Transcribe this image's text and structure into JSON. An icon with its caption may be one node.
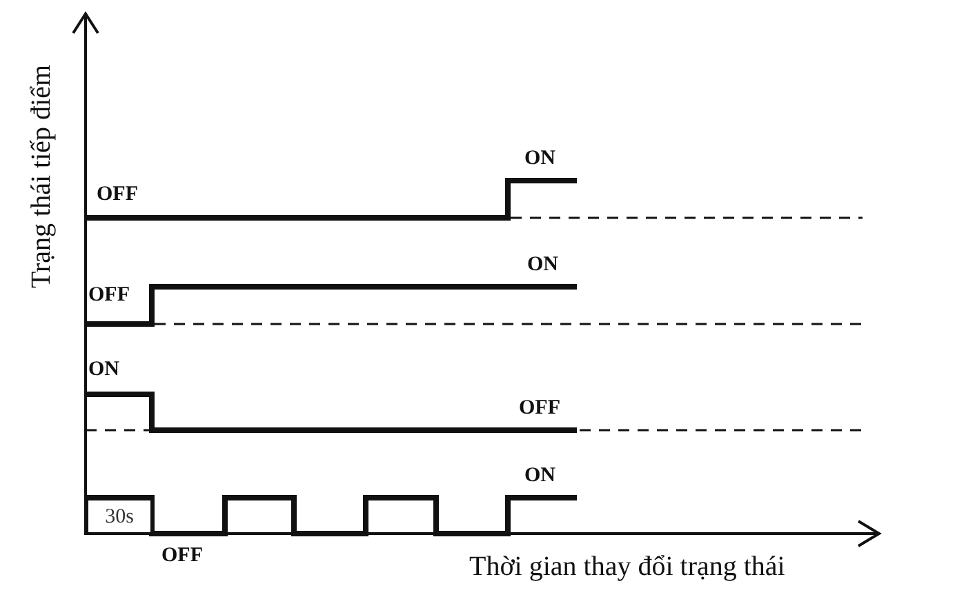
{
  "diagram": {
    "nodes": [
      {
        "text": [
          "30s"
        ]
      }
    ],
    "labels": [
      "Trạng thái tiếp điểm",
      "OFF",
      "ON",
      "OFF",
      "ON",
      "ON",
      "OFF",
      "ON",
      "OFF",
      "Thời gian thay đổi trạng thái"
    ]
  }
}
